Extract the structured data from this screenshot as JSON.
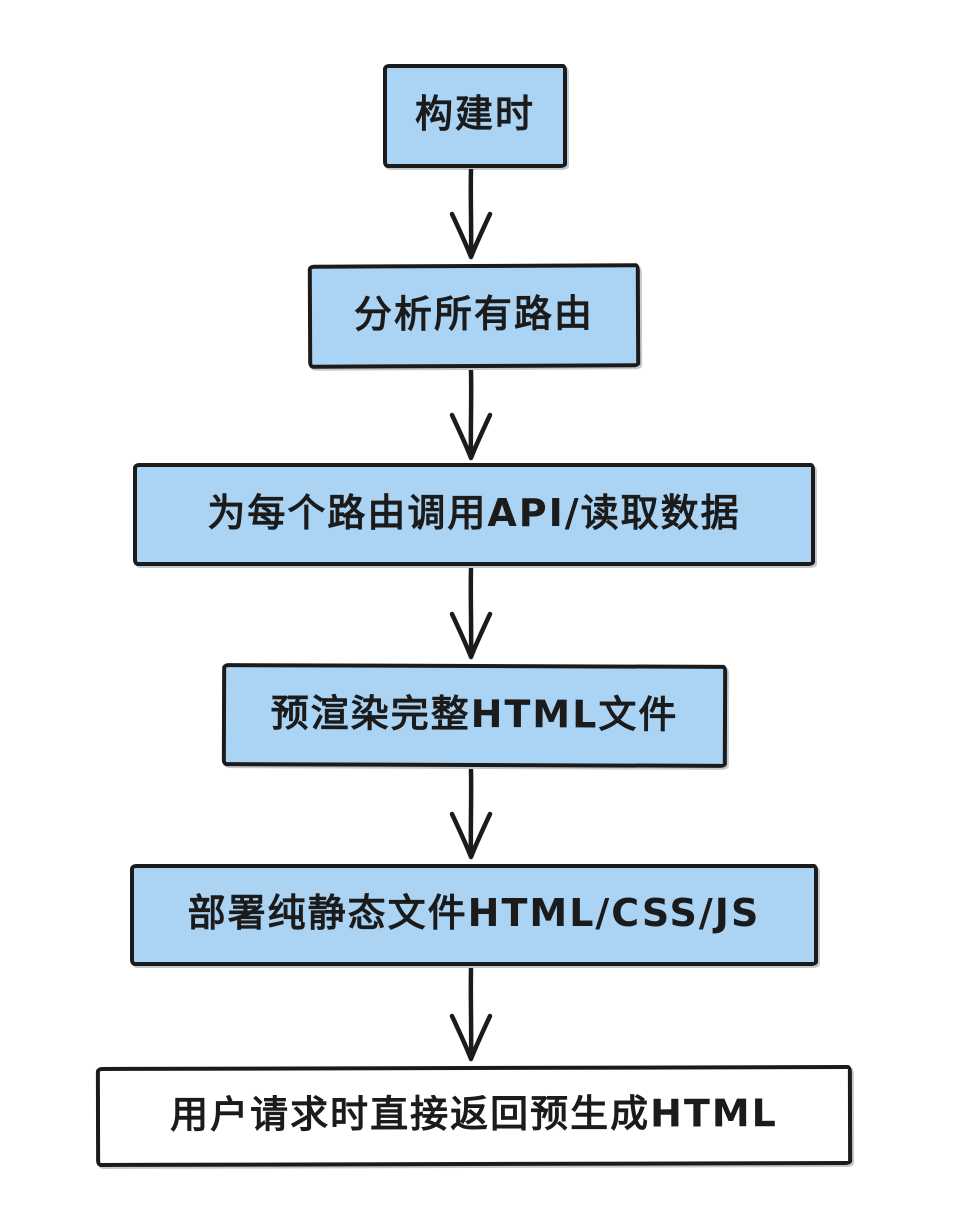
{
  "diagram": {
    "type": "flowchart",
    "direction": "top-down",
    "style": "hand-drawn",
    "colors": {
      "blue": "#abd4f4",
      "white": "#ffffff",
      "stroke": "#1b1b1b",
      "text": "#1b1b1b",
      "background": "#ffffff"
    },
    "nodes": [
      {
        "id": "build-time",
        "label": "构建时",
        "fill": "blue"
      },
      {
        "id": "analyze-all-routes",
        "label": "分析所有路由",
        "fill": "blue"
      },
      {
        "id": "fetch-data-per-route",
        "label": "为每个路由调用API/读取数据",
        "fill": "blue"
      },
      {
        "id": "prerender-html",
        "label": "预渲染完整HTML文件",
        "fill": "blue"
      },
      {
        "id": "deploy-static-files",
        "label": "部署纯静态文件HTML/CSS/JS",
        "fill": "blue"
      },
      {
        "id": "serve-pregenerated-html",
        "label": "用户请求时直接返回预生成HTML",
        "fill": "white"
      }
    ],
    "edges": [
      {
        "from": "build-time",
        "to": "analyze-all-routes"
      },
      {
        "from": "analyze-all-routes",
        "to": "fetch-data-per-route"
      },
      {
        "from": "fetch-data-per-route",
        "to": "prerender-html"
      },
      {
        "from": "prerender-html",
        "to": "deploy-static-files"
      },
      {
        "from": "deploy-static-files",
        "to": "serve-pregenerated-html"
      }
    ]
  }
}
